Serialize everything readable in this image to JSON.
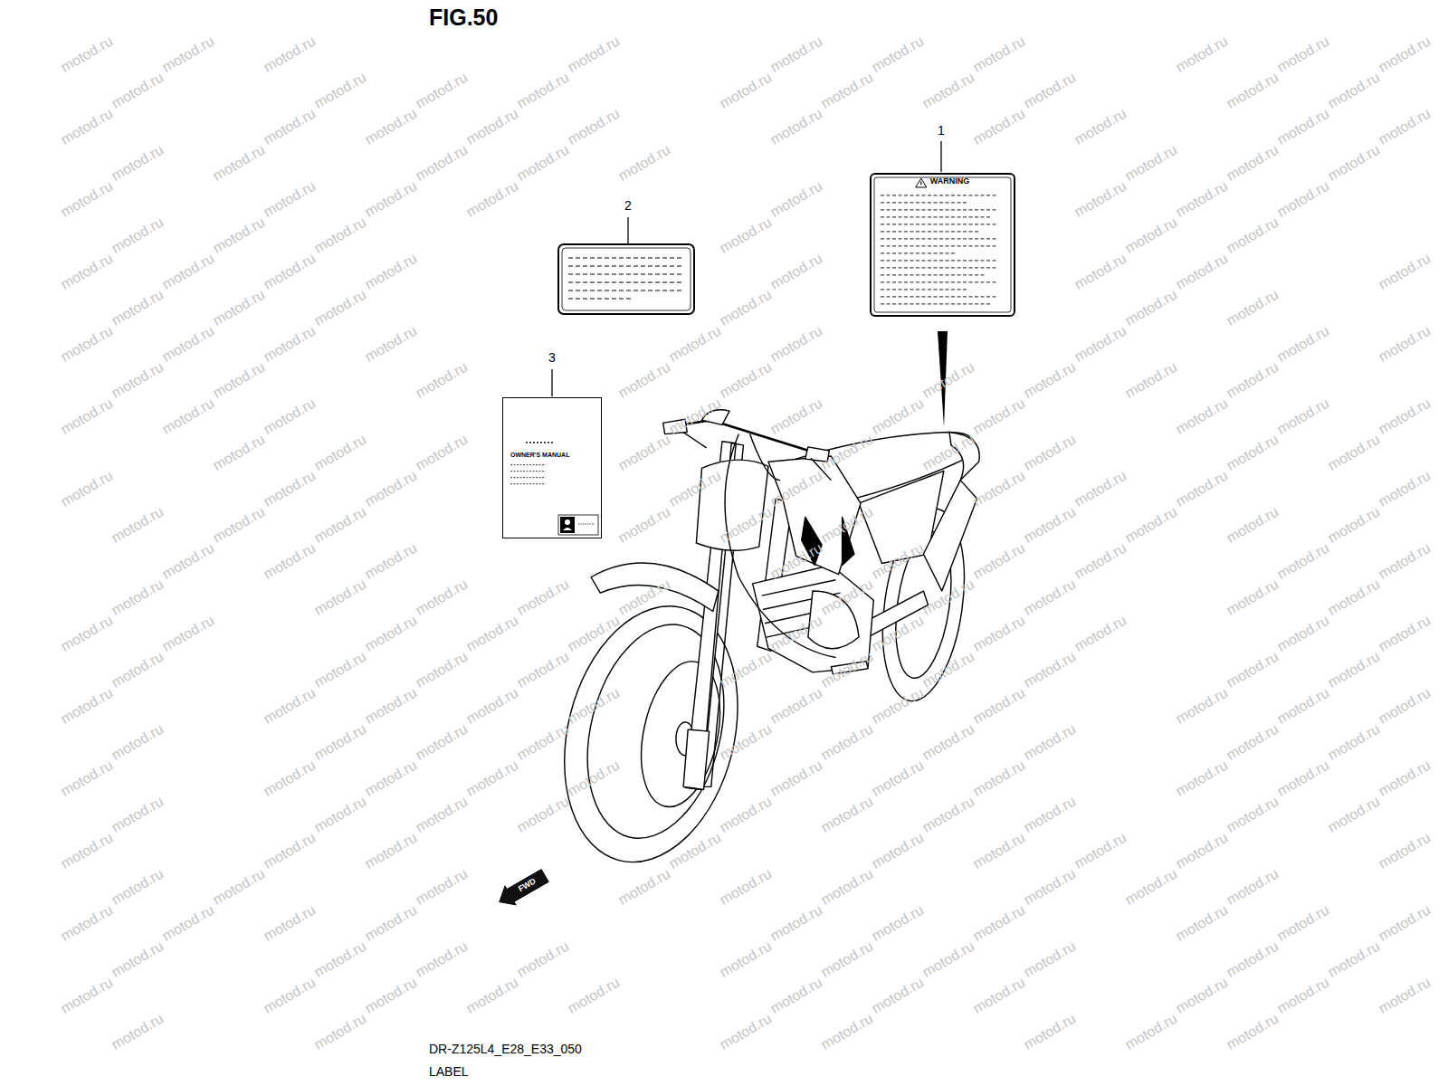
{
  "diagram": {
    "title": "FIG.50",
    "nodes": [
      {
        "text": [
          "WARNING"
        ]
      },
      {
        "text": [
          "OWNER'S MANUAL"
        ]
      },
      {
        "text": [
          "FWD"
        ]
      }
    ],
    "labels": [
      "1",
      "2",
      "3",
      "DR-Z125L4_E28_E33_050",
      "LABEL",
      "motod.ru",
      "motod.ru",
      "motod.ru",
      "motod.ru",
      "motod.ru",
      "motod.ru",
      "motod.ru",
      "motod.ru",
      "motod.ru",
      "motod.ru",
      "motod.ru",
      "motod.ru",
      "motod.ru",
      "motod.ru",
      "motod.ru",
      "motod.ru",
      "motod.ru",
      "motod.ru",
      "motod.ru",
      "motod.ru",
      "motod.ru",
      "motod.ru",
      "motod.ru",
      "motod.ru",
      "motod.ru",
      "motod.ru",
      "motod.ru",
      "motod.ru",
      "motod.ru",
      "motod.ru",
      "motod.ru",
      "motod.ru",
      "motod.ru",
      "motod.ru",
      "motod.ru",
      "motod.ru",
      "motod.ru",
      "motod.ru",
      "motod.ru",
      "motod.ru",
      "motod.ru",
      "motod.ru",
      "motod.ru",
      "motod.ru",
      "motod.ru",
      "motod.ru",
      "motod.ru",
      "motod.ru",
      "motod.ru",
      "motod.ru",
      "motod.ru",
      "motod.ru",
      "motod.ru",
      "motod.ru",
      "motod.ru",
      "motod.ru",
      "motod.ru",
      "motod.ru",
      "motod.ru",
      "motod.ru",
      "motod.ru",
      "motod.ru",
      "motod.ru",
      "motod.ru",
      "motod.ru",
      "motod.ru",
      "motod.ru",
      "motod.ru",
      "motod.ru",
      "motod.ru",
      "motod.ru",
      "motod.ru",
      "motod.ru",
      "motod.ru",
      "motod.ru",
      "motod.ru",
      "motod.ru",
      "motod.ru",
      "motod.ru",
      "motod.ru",
      "motod.ru",
      "motod.ru",
      "motod.ru",
      "motod.ru",
      "motod.ru",
      "motod.ru",
      "motod.ru",
      "motod.ru",
      "motod.ru",
      "motod.ru",
      "motod.ru",
      "motod.ru",
      "motod.ru",
      "motod.ru",
      "motod.ru",
      "motod.ru",
      "motod.ru",
      "motod.ru",
      "motod.ru",
      "motod.ru",
      "motod.ru",
      "motod.ru",
      "motod.ru",
      "motod.ru",
      "motod.ru",
      "motod.ru",
      "motod.ru",
      "motod.ru",
      "motod.ru",
      "motod.ru",
      "motod.ru",
      "motod.ru",
      "motod.ru",
      "motod.ru",
      "motod.ru",
      "motod.ru",
      "motod.ru",
      "motod.ru",
      "motod.ru",
      "motod.ru",
      "motod.ru",
      "motod.ru",
      "motod.ru",
      "motod.ru",
      "motod.ru",
      "motod.ru",
      "motod.ru",
      "motod.ru",
      "motod.ru",
      "motod.ru",
      "motod.ru",
      "motod.ru",
      "motod.ru",
      "motod.ru",
      "motod.ru",
      "motod.ru",
      "motod.ru",
      "motod.ru",
      "motod.ru",
      "motod.ru",
      "motod.ru",
      "motod.ru",
      "motod.ru",
      "motod.ru",
      "motod.ru",
      "motod.ru",
      "motod.ru",
      "motod.ru",
      "motod.ru",
      "motod.ru",
      "motod.ru",
      "motod.ru",
      "motod.ru",
      "motod.ru",
      "motod.ru",
      "motod.ru",
      "motod.ru",
      "motod.ru",
      "motod.ru",
      "motod.ru",
      "motod.ru",
      "motod.ru",
      "motod.ru",
      "motod.ru",
      "motod.ru",
      "motod.ru",
      "motod.ru",
      "motod.ru",
      "motod.ru",
      "motod.ru",
      "motod.ru",
      "motod.ru",
      "motod.ru",
      "motod.ru",
      "motod.ru",
      "motod.ru",
      "motod.ru",
      "motod.ru",
      "motod.ru",
      "motod.ru",
      "motod.ru",
      "motod.ru",
      "motod.ru",
      "motod.ru",
      "motod.ru",
      "motod.ru",
      "motod.ru",
      "motod.ru",
      "motod.ru",
      "motod.ru",
      "motod.ru",
      "motod.ru",
      "motod.ru",
      "motod.ru",
      "motod.ru",
      "motod.ru",
      "motod.ru",
      "motod.ru",
      "motod.ru",
      "motod.ru",
      "motod.ru",
      "motod.ru",
      "motod.ru",
      "motod.ru",
      "motod.ru",
      "motod.ru",
      "motod.ru",
      "motod.ru",
      "motod.ru",
      "motod.ru",
      "motod.ru",
      "motod.ru",
      "motod.ru",
      "motod.ru",
      "motod.ru",
      "motod.ru",
      "motod.ru",
      "motod.ru",
      "motod.ru",
      "motod.ru",
      "motod.ru",
      "motod.ru",
      "motod.ru",
      "motod.ru",
      "motod.ru",
      "motod.ru",
      "motod.ru",
      "motod.ru",
      "motod.ru",
      "motod.ru",
      "motod.ru",
      "motod.ru",
      "motod.ru",
      "motod.ru",
      "motod.ru",
      "motod.ru",
      "motod.ru",
      "motod.ru",
      "motod.ru",
      "motod.ru",
      "motod.ru",
      "motod.ru",
      "motod.ru",
      "motod.ru",
      "motod.ru",
      "motod.ru",
      "motod.ru",
      "motod.ru",
      "motod.ru",
      "motod.ru",
      "motod.ru",
      "motod.ru",
      "motod.ru",
      "motod.ru",
      "motod.ru",
      "motod.ru",
      "motod.ru",
      "motod.ru",
      "motod.ru",
      "motod.ru"
    ]
  }
}
